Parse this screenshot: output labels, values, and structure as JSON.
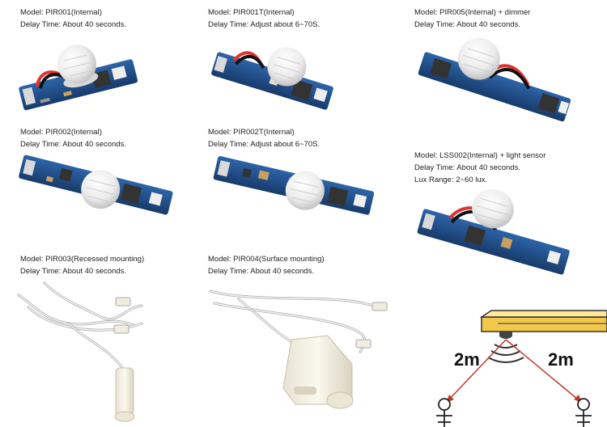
{
  "products": [
    {
      "model": "Model: PIR001(Internal)",
      "delay": "Delay Time: About 40 seconds."
    },
    {
      "model": "Model: PIR001T(Internal)",
      "delay": "Delay Time: Adjust about 6~70S."
    },
    {
      "model": "Model: PIR005(Internal) + dimmer",
      "delay": "Delay Time: About 40 seconds."
    },
    {
      "model": "Model: PIR002(Internal)",
      "delay": "Delay Time: About 40 seconds."
    },
    {
      "model": "Model: PIR002T(Internal)",
      "delay": "Delay Time: Adjust about 6~70S."
    },
    {
      "model": "Model: LSS002(Internal) + light sensor",
      "delay": "Delay Time: About 40 seconds.",
      "extra": "Lux Range: 2~60 lux."
    },
    {
      "model": "Model: PIR003(Recessed mounting)",
      "delay": "Delay Time: About 40 seconds."
    },
    {
      "model": "Model: PIR004(Surface mounting)",
      "delay": "Delay Time: About 40 seconds."
    }
  ],
  "diagram": {
    "left_distance": "2m",
    "right_distance": "2m"
  },
  "colors": {
    "pcb": "#1f4f8c",
    "sensor": "#f1f1f1",
    "strip": "#f2c84b",
    "beam": "#c0392b"
  },
  "icons": [
    "pcb-board-icon",
    "pir-dome-icon",
    "cable-sensor-icon",
    "person-icon",
    "sensor-range-diagram"
  ]
}
